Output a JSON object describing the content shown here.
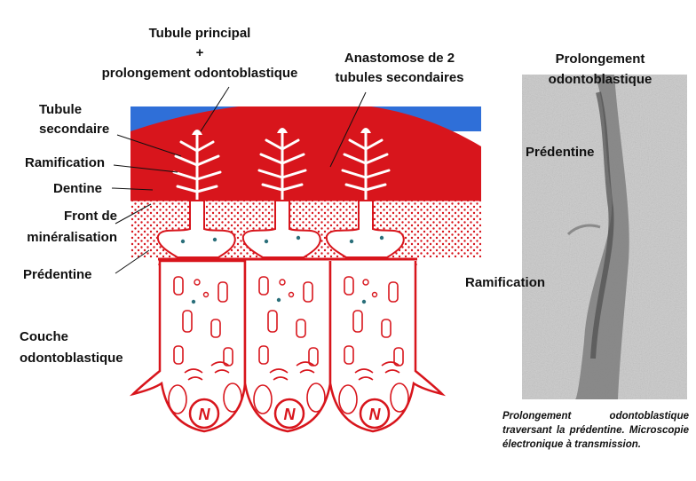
{
  "left_labels": {
    "tubule_principal_line1": "Tubule principal",
    "tubule_principal_line2": "+",
    "tubule_principal_line3": "prolongement odontoblastique",
    "anastomose_line1": "Anastomose de 2",
    "anastomose_line2": "tubules secondaires",
    "tubule_secondaire_line1": "Tubule",
    "tubule_secondaire_line2": "secondaire",
    "ramification": "Ramification",
    "dentine": "Dentine",
    "front_line1": "Front de",
    "front_line2": "minéralisation",
    "predentine": "Prédentine",
    "couche_line1": "Couche",
    "couche_line2": "odontoblastique",
    "nucleus_letter": "N"
  },
  "right_labels": {
    "prolongement_line1": "Prolongement",
    "prolongement_line2": "odontoblastique",
    "predentine": "Prédentine",
    "ramification": "Ramification"
  },
  "caption": "Prolongement odontoblastique traversant la prédentine. Microscopie électronique à transmission.",
  "colors": {
    "blue": "#2f6fd8",
    "red": "#d8151c",
    "predentine_bg": "#ffffff",
    "micrograph_bg": "#c9c9c9"
  }
}
